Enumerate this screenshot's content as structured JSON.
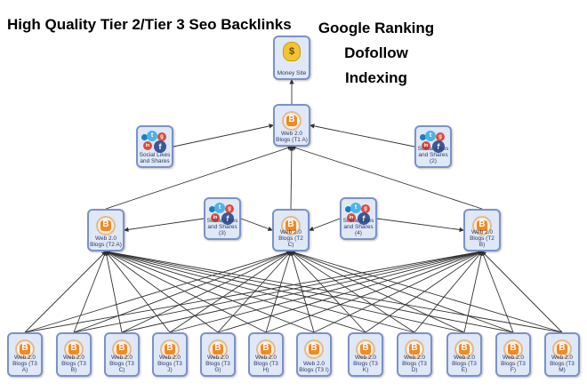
{
  "header": {
    "title": "High Quality Tier 2/Tier 3 Seo Backlinks",
    "tags": [
      "Google Ranking",
      "Dofollow",
      "Indexing"
    ]
  },
  "icons": {
    "blog": "blogger-icon",
    "money": "money-bag-icon",
    "social": "social-network-icons"
  },
  "nodes": [
    {
      "id": "money",
      "label": "Money Site",
      "icon": "money"
    },
    {
      "id": "t1a",
      "label": "Web 2.0 Blogs (T1 A)",
      "icon": "blog"
    },
    {
      "id": "s1",
      "label": "Social Likes and Shares",
      "icon": "social"
    },
    {
      "id": "s2",
      "label": "Social Likes and Shares (2)",
      "icon": "social"
    },
    {
      "id": "s3",
      "label": "Social Likes and Shares (3)",
      "icon": "social"
    },
    {
      "id": "s4",
      "label": "Social Likes and Shares (4)",
      "icon": "social"
    },
    {
      "id": "t2a",
      "label": "Web 2.0 Blogs (T2 A)",
      "icon": "blog"
    },
    {
      "id": "t2c",
      "label": "Web 2.0 Blogs (T2 C)",
      "icon": "blog"
    },
    {
      "id": "t2b",
      "label": "Web 2.0 Blogs (T2 B)",
      "icon": "blog"
    },
    {
      "id": "t3a",
      "label": "Web 2.0 Blogs (T3 A)",
      "icon": "blog"
    },
    {
      "id": "t3b",
      "label": "Web 2.0 Blogs (T3 B)",
      "icon": "blog"
    },
    {
      "id": "t3c",
      "label": "Web 2.0 Blogs (T3 C)",
      "icon": "blog"
    },
    {
      "id": "t3j",
      "label": "Web 2.0 Blogs (T3 J)",
      "icon": "blog"
    },
    {
      "id": "t3g",
      "label": "Web 2.0 Blogs (T3 G)",
      "icon": "blog"
    },
    {
      "id": "t3h",
      "label": "Web 2.0 Blogs (T3 H)",
      "icon": "blog"
    },
    {
      "id": "t3i",
      "label": "Web 2.0 Blogs (T3 I)",
      "icon": "blog"
    },
    {
      "id": "t3k",
      "label": "Web 2.0 Blogs (T3 K)",
      "icon": "blog"
    },
    {
      "id": "t3d",
      "label": "Web 2.0 Blogs (T3 D)",
      "icon": "blog"
    },
    {
      "id": "t3e",
      "label": "Web 2.0 Blogs (T3 E)",
      "icon": "blog"
    },
    {
      "id": "t3f",
      "label": "Web 2.0 Blogs (T3 F)",
      "icon": "blog"
    },
    {
      "id": "t3m",
      "label": "Web 2.0 Blogs (T3 M)",
      "icon": "blog"
    }
  ],
  "edges": [
    [
      "t1a",
      "money"
    ],
    [
      "s1",
      "t1a"
    ],
    [
      "s2",
      "t1a"
    ],
    [
      "t2a",
      "t1a"
    ],
    [
      "t2c",
      "t1a"
    ],
    [
      "t2b",
      "t1a"
    ],
    [
      "s3",
      "t2a"
    ],
    [
      "s3",
      "t2c"
    ],
    [
      "s4",
      "t2c"
    ],
    [
      "s4",
      "t2b"
    ],
    [
      "t3a",
      "t2a"
    ],
    [
      "t3a",
      "t2c"
    ],
    [
      "t3a",
      "t2b"
    ],
    [
      "t3b",
      "t2a"
    ],
    [
      "t3b",
      "t2c"
    ],
    [
      "t3b",
      "t2b"
    ],
    [
      "t3c",
      "t2a"
    ],
    [
      "t3c",
      "t2c"
    ],
    [
      "t3c",
      "t2b"
    ],
    [
      "t3j",
      "t2a"
    ],
    [
      "t3j",
      "t2c"
    ],
    [
      "t3j",
      "t2b"
    ],
    [
      "t3g",
      "t2a"
    ],
    [
      "t3g",
      "t2c"
    ],
    [
      "t3g",
      "t2b"
    ],
    [
      "t3h",
      "t2a"
    ],
    [
      "t3h",
      "t2c"
    ],
    [
      "t3h",
      "t2b"
    ],
    [
      "t3i",
      "t2a"
    ],
    [
      "t3i",
      "t2c"
    ],
    [
      "t3i",
      "t2b"
    ],
    [
      "t3k",
      "t2a"
    ],
    [
      "t3k",
      "t2c"
    ],
    [
      "t3k",
      "t2b"
    ],
    [
      "t3d",
      "t2a"
    ],
    [
      "t3d",
      "t2c"
    ],
    [
      "t3d",
      "t2b"
    ],
    [
      "t3e",
      "t2a"
    ],
    [
      "t3e",
      "t2c"
    ],
    [
      "t3e",
      "t2b"
    ],
    [
      "t3f",
      "t2a"
    ],
    [
      "t3f",
      "t2c"
    ],
    [
      "t3f",
      "t2b"
    ],
    [
      "t3m",
      "t2a"
    ],
    [
      "t3m",
      "t2c"
    ],
    [
      "t3m",
      "t2b"
    ]
  ]
}
